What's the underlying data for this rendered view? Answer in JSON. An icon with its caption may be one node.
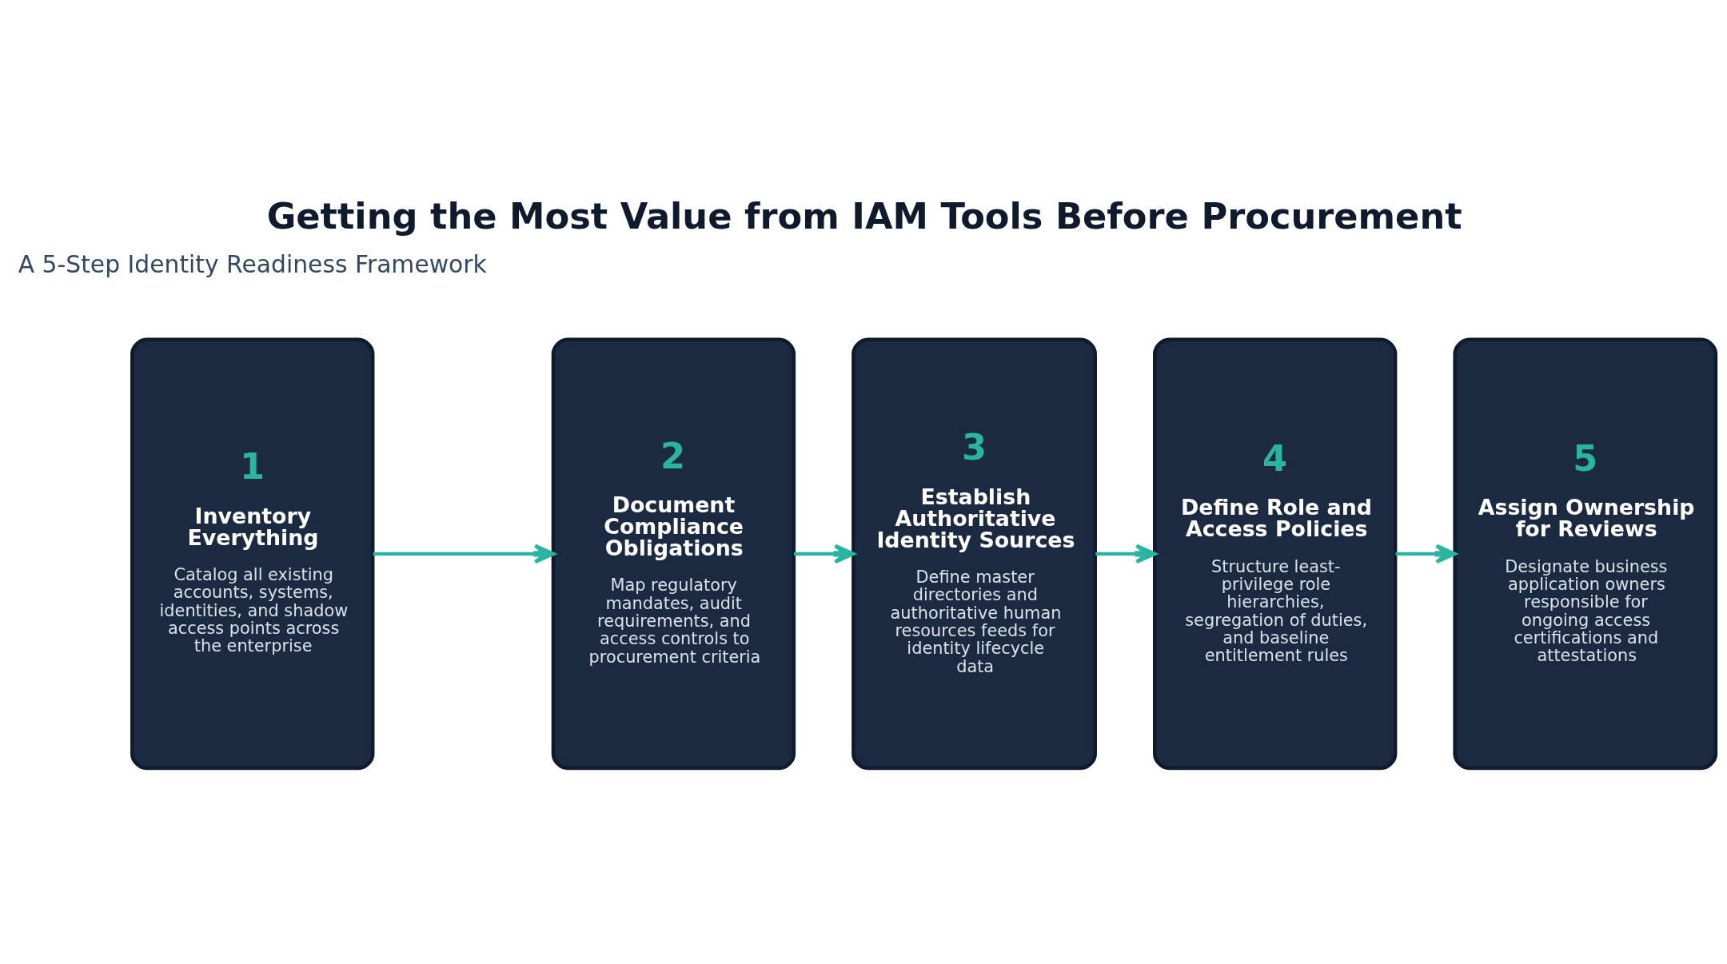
{
  "diagram": {
    "title": "Getting the Most Value from IAM Tools Before Procurement",
    "nodes": [
      {
        "text": [
          "1",
          "Inventory Everything",
          "Catalog all existing accounts, systems, identities, and shadow access points across the enterprise"
        ]
      },
      {
        "text": [
          "2",
          "Document Compliance Obligations",
          "Map regulatory mandates, audit requirements, and access controls to procurement criteria"
        ]
      },
      {
        "text": [
          "3",
          "Establish Authoritative Identity Sources",
          "Define master directories and authoritative human resources feeds for identity lifecycle data"
        ]
      },
      {
        "text": [
          "4",
          "Define Role and Access Policies",
          "Structure least-privilege role hierarchies, segregation of duties, and baseline entitlement rules"
        ]
      },
      {
        "text": [
          "5",
          "Assign Ownership for Reviews",
          "Designate business application owners responsible for ongoing access certifications and attestations"
        ]
      }
    ],
    "edges": [
      {
        "from": 0,
        "to": 1,
        "arrow": "to"
      },
      {
        "from": 1,
        "to": 2,
        "arrow": "to"
      },
      {
        "from": 2,
        "to": 3,
        "arrow": "to"
      },
      {
        "from": 3,
        "to": 4,
        "arrow": "to"
      }
    ],
    "labels": [
      "A 5-Step Identity Readiness Framework"
    ]
  }
}
